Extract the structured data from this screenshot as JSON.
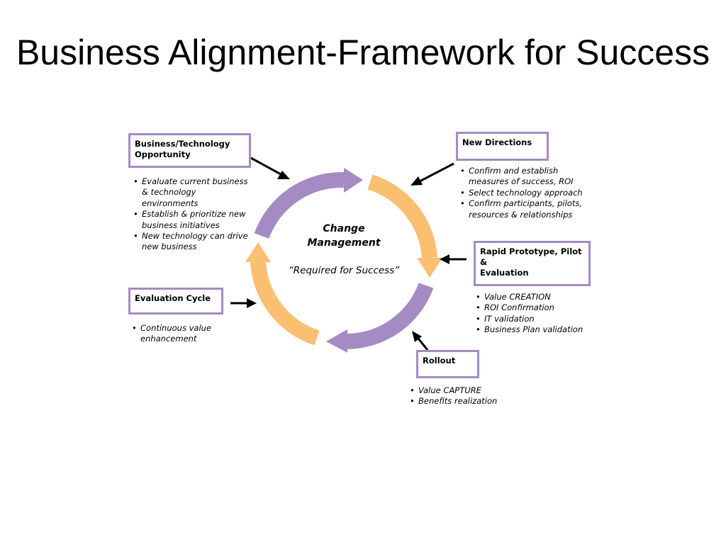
{
  "title": "Business Alignment-Framework for Success",
  "center": {
    "title_line1": "Change",
    "title_line2": "Management",
    "subtitle": "“Required for Success”"
  },
  "steps": {
    "opportunity": {
      "label_line1": "Business/Technology",
      "label_line2": "Opportunity",
      "bullets": [
        "Evaluate current business & technology environments",
        "Establish & prioritize new business initiatives",
        "New technology can drive new business"
      ]
    },
    "new_directions": {
      "label": "New Directions",
      "bullets": [
        "Confirm and establish measures of success, ROI",
        "Select technology approach",
        "Confirm participants, pilots, resources & relationships"
      ]
    },
    "prototype": {
      "label_line1": "Rapid Prototype, Pilot &",
      "label_line2": "Evaluation",
      "bullets": [
        "Value CREATION",
        "ROI Confirmation",
        "IT validation",
        "Business Plan validation"
      ]
    },
    "rollout": {
      "label": "Rollout",
      "bullets": [
        "Value CAPTURE",
        "Benefits realization"
      ]
    },
    "evaluation_cycle": {
      "label": "Evaluation Cycle",
      "bullets": [
        "Continuous value enhancement"
      ]
    }
  },
  "colors": {
    "purple": "#a58bc4",
    "orange": "#fbbf72",
    "box_border": "#a58bc4",
    "arrow": "#000000"
  }
}
